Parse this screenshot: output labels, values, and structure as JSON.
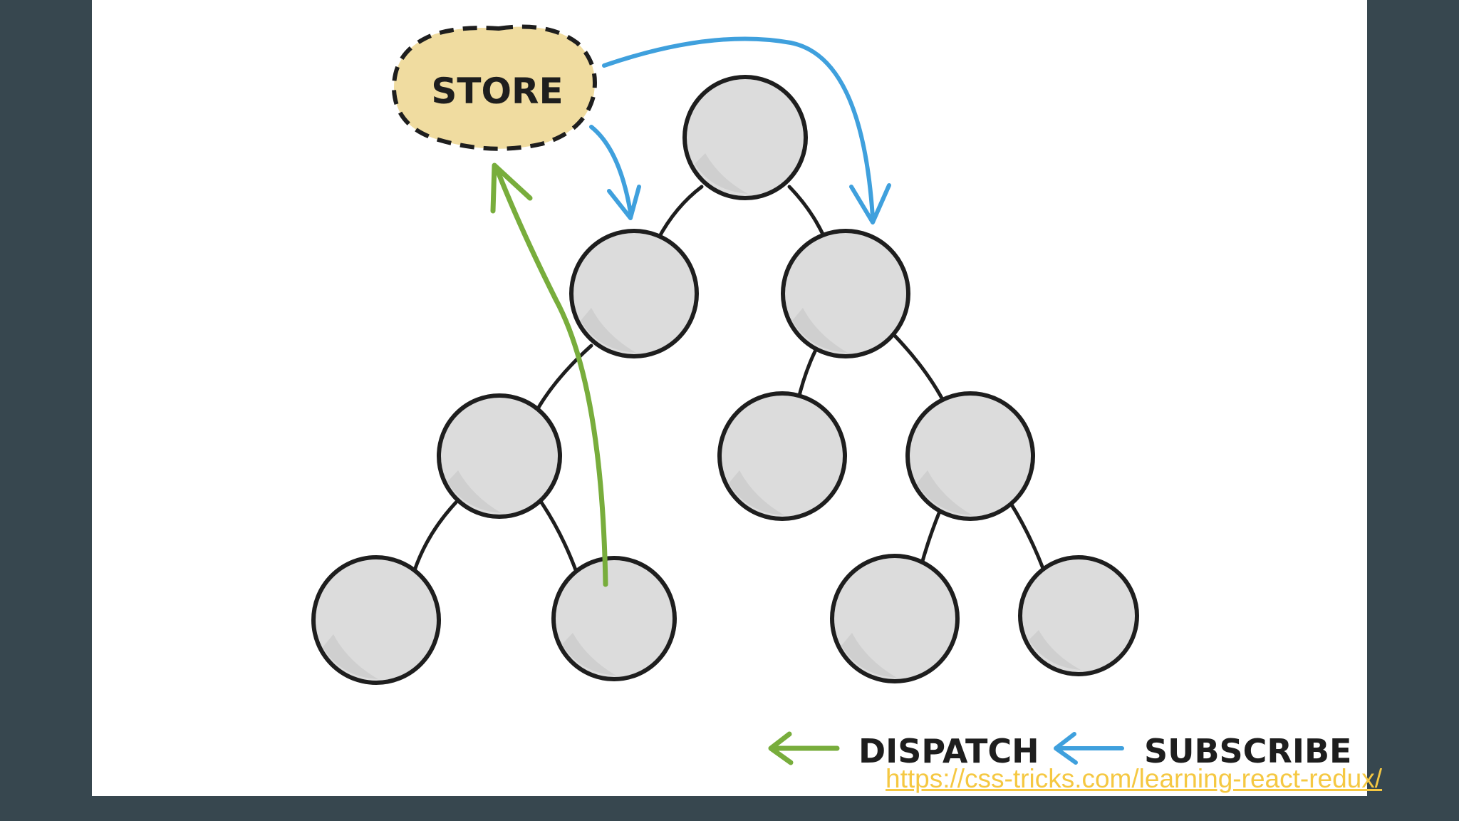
{
  "diagram": {
    "store_label": "STORE",
    "legend": {
      "dispatch_label": "DISPATCH",
      "subscribe_label": "SUBSCRIBE"
    }
  },
  "source_link": {
    "text": "https://css-tricks.com/learning-react-redux/"
  },
  "colors": {
    "background": "#37474f",
    "canvas": "#ffffff",
    "store_fill": "#f0dca0",
    "dispatch_arrow": "#78ad3c",
    "subscribe_arrow": "#3fa0dd",
    "node_fill": "#dcdcdc",
    "link": "#f5c842"
  }
}
